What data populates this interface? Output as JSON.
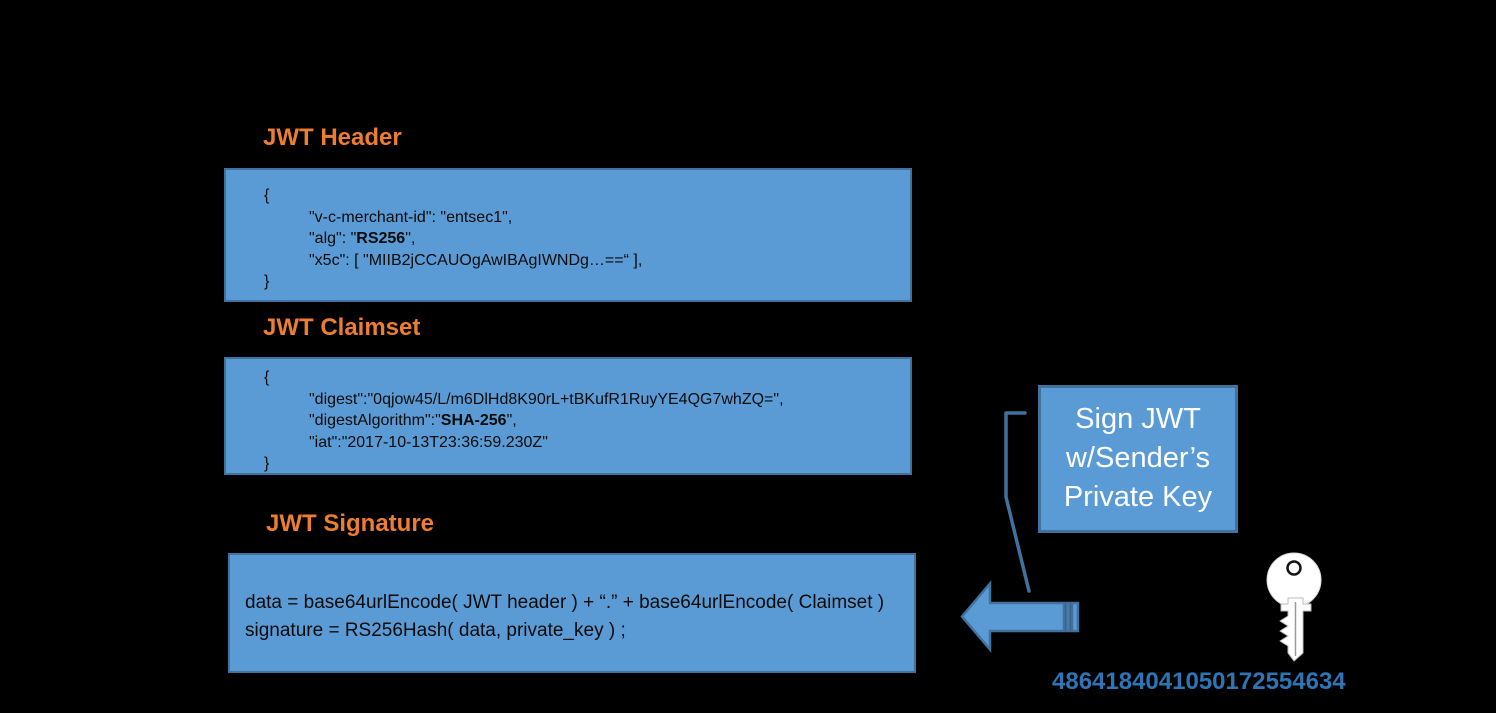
{
  "colors": {
    "background": "#000000",
    "box_fill": "#5B9BD5",
    "box_border": "#41719C",
    "title_orange": "#ED7D31",
    "code_text": "#0b0b0b",
    "callout_text": "#FFFFFF",
    "key_number_blue": "#2E75B6",
    "key_fill": "#FFFFFF"
  },
  "titles": {
    "header": "JWT Header",
    "claimset": "JWT Claimset",
    "signature": "JWT Signature"
  },
  "header_box": {
    "lines": [
      {
        "indent": 0,
        "segs": [
          {
            "t": "{"
          }
        ]
      },
      {
        "indent": 1,
        "segs": [
          {
            "t": "\"v-c-merchant-id\": \"entsec1\","
          }
        ]
      },
      {
        "indent": 1,
        "segs": [
          {
            "t": "\"alg\": \""
          },
          {
            "t": "RS256",
            "b": true
          },
          {
            "t": "\","
          }
        ]
      },
      {
        "indent": 1,
        "segs": [
          {
            "t": "\"x5c\": [ \"MIIB2jCCAUOgAwIBAgIWNDg…==“ ],"
          }
        ]
      },
      {
        "indent": 0,
        "segs": [
          {
            "t": "}"
          }
        ]
      }
    ]
  },
  "claimset_box": {
    "lines": [
      {
        "indent": 0,
        "segs": [
          {
            "t": "{"
          }
        ]
      },
      {
        "indent": 1,
        "segs": [
          {
            "t": "\"digest\":\"0qjow45/L/m6DlHd8K90rL+tBKufR1RuyYE4QG7whZQ=\","
          }
        ]
      },
      {
        "indent": 1,
        "segs": [
          {
            "t": "\"digestAlgorithm\":\""
          },
          {
            "t": "SHA-256",
            "b": true
          },
          {
            "t": "\","
          }
        ]
      },
      {
        "indent": 1,
        "segs": [
          {
            "t": "\"iat\":\"2017-10-13T23:36:59.230Z\""
          }
        ]
      },
      {
        "indent": 0,
        "segs": [
          {
            "t": "}"
          }
        ]
      }
    ]
  },
  "signature_box": {
    "lines": [
      {
        "indent": 0,
        "segs": [
          {
            "t": "data = base64urlEncode( JWT header ) + “.” + base64urlEncode( Claimset )"
          }
        ]
      },
      {
        "indent": 0,
        "segs": [
          {
            "t": "signature = RS256Hash( data, private_key ) ;"
          }
        ]
      }
    ]
  },
  "sign_callout": {
    "lines": [
      "Sign JWT",
      "w/Sender’s",
      "Private Key"
    ]
  },
  "key": {
    "number": "4864184041050172554634"
  }
}
